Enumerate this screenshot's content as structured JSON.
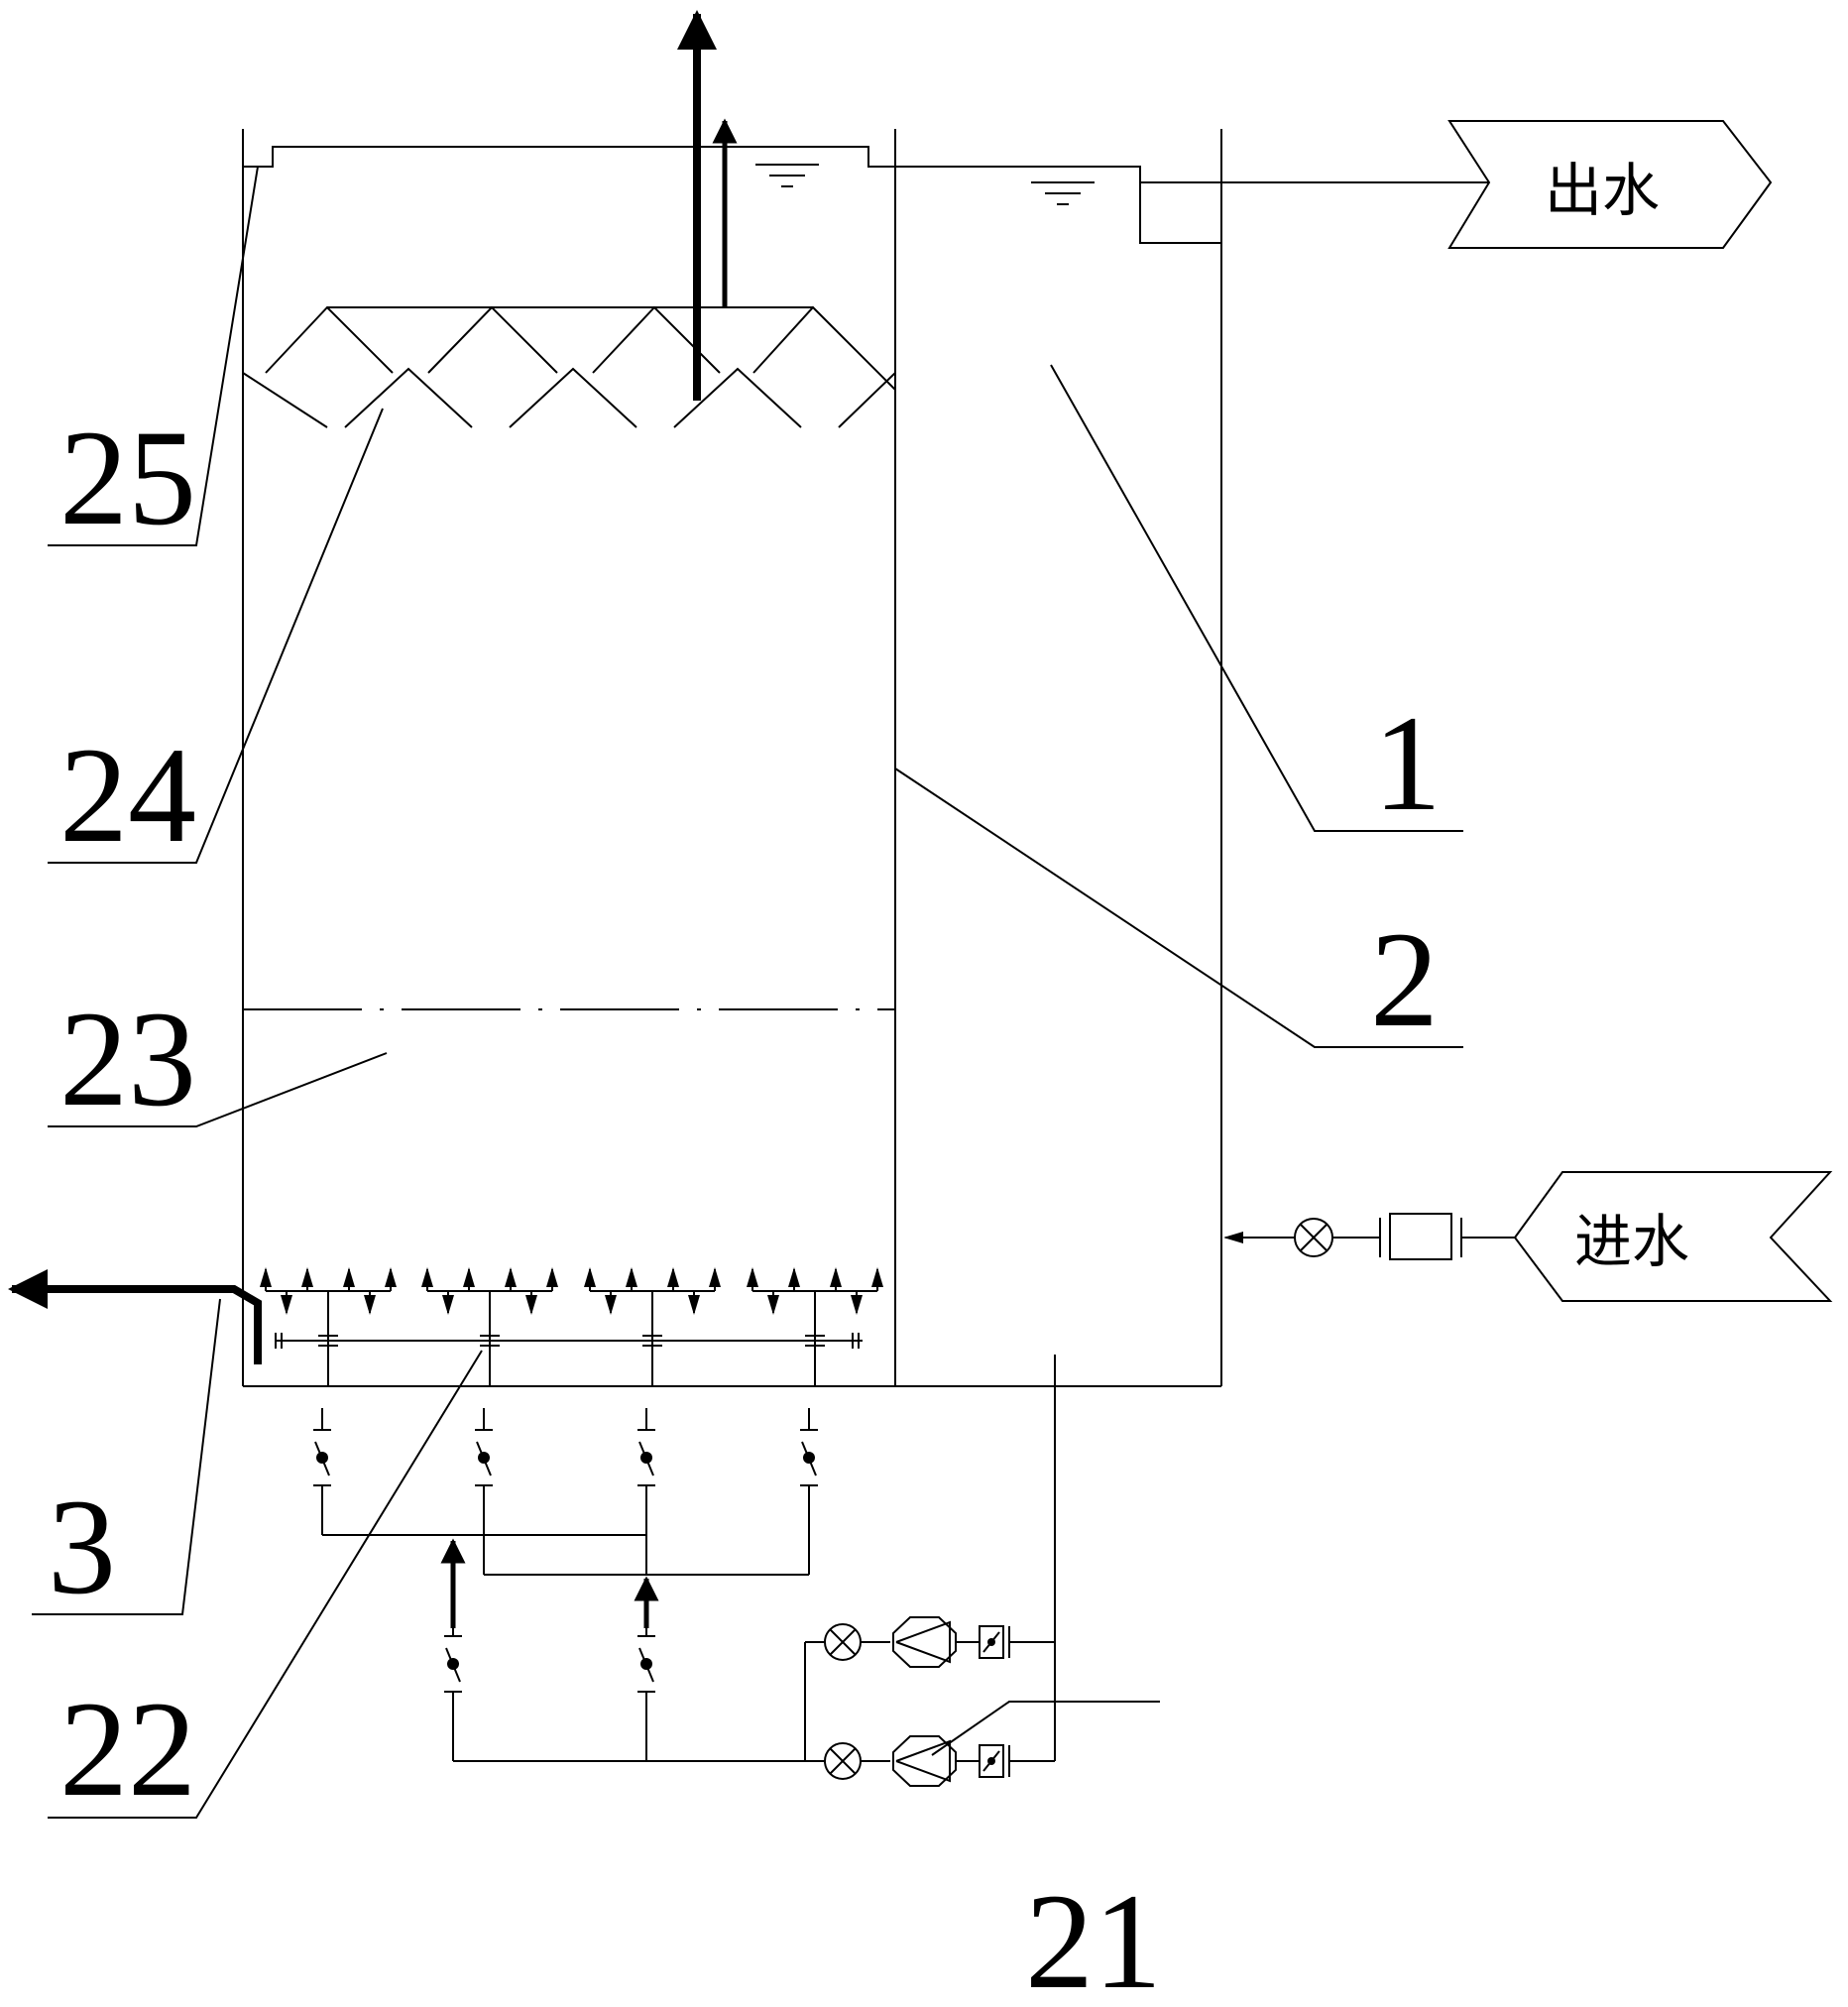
{
  "labels": {
    "outlet": "出水",
    "inlet": "进水"
  },
  "callouts": {
    "n25": "25",
    "n24": "24",
    "n23": "23",
    "n3": "3",
    "n22": "22",
    "n21": "21",
    "n1": "1",
    "n2": "2"
  }
}
